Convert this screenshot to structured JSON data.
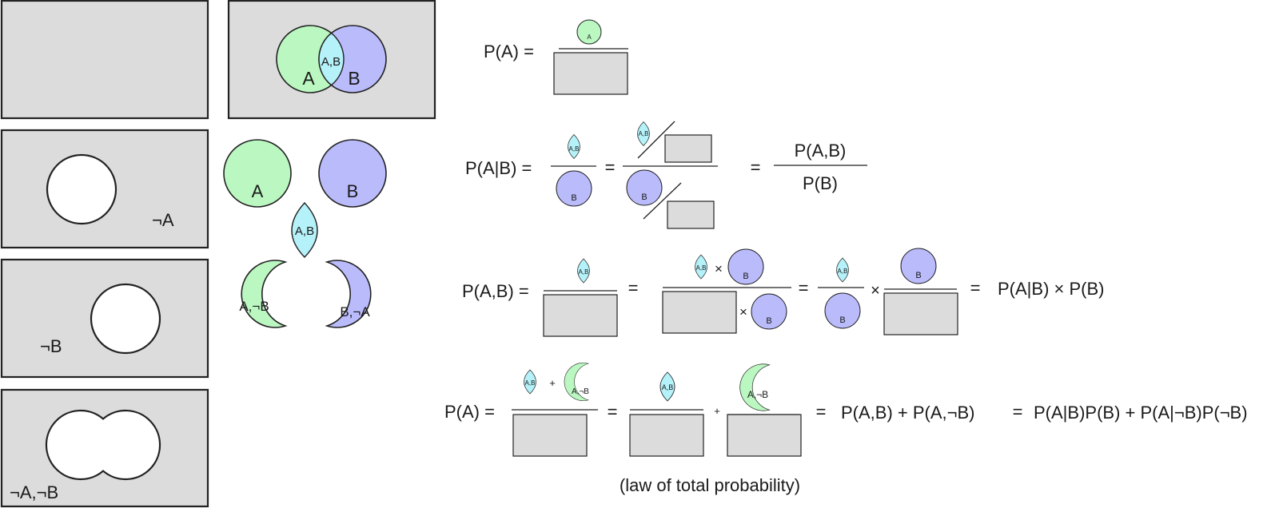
{
  "venn": {
    "label_a": "A",
    "label_b": "B",
    "label_ab": "A,B"
  },
  "complements": {
    "not_a": "¬A",
    "not_b": "¬B",
    "not_a_not_b": "¬A,¬B"
  },
  "pieces": {
    "a": "A",
    "b": "B",
    "ab": "A,B",
    "a_not_b": "A,¬B",
    "b_not_a": "B,¬A"
  },
  "glyph_labels": {
    "a": "A",
    "b": "B",
    "ab": "A,B",
    "a_not_b": "A,¬B"
  },
  "equations": {
    "pa_lhs": "P(A) =",
    "cond_lhs": "P(A|B) =",
    "joint_lhs": "P(A,B) =",
    "total_lhs": "P(A) =",
    "equals": "=",
    "times": "×",
    "plus": "+",
    "cond_num": "P(A,B)",
    "cond_den": "P(B)",
    "joint_result": "P(A|B) × P(B)",
    "total_mid": "P(A,B) + P(A,¬B)",
    "total_result": "P(A|B)P(B) + P(A|¬B)P(¬B)",
    "law_note": "(law of total probability)"
  }
}
